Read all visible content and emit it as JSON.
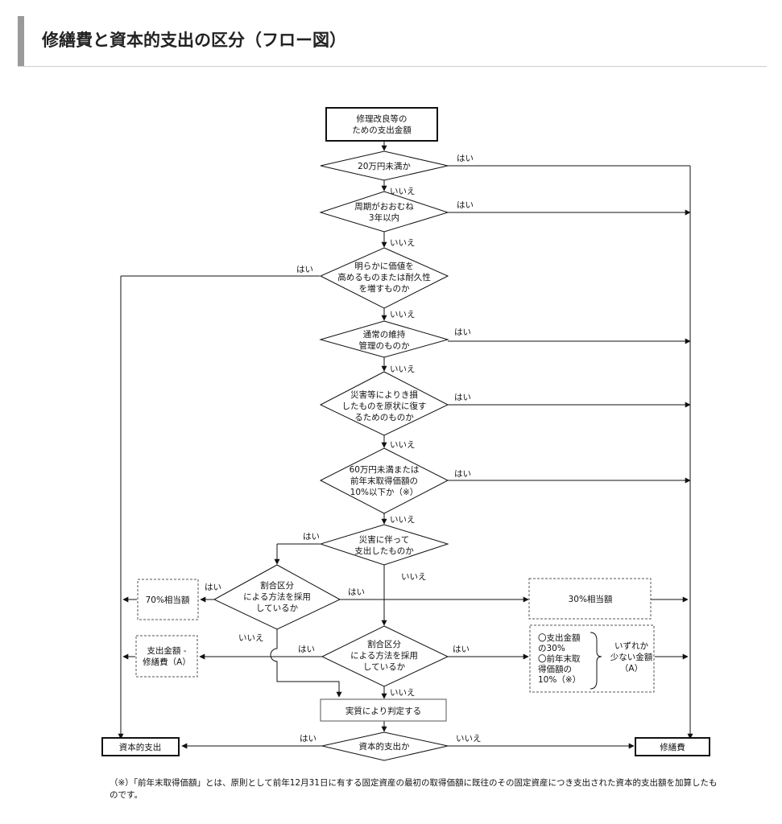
{
  "header": {
    "title": "修繕費と資本的支出の区分（フロー図）"
  },
  "nodes": {
    "start": [
      "修理改良等の",
      "ための支出金額"
    ],
    "q1": [
      "20万円未満か"
    ],
    "q2": [
      "周期がおおむね",
      "3年以内"
    ],
    "q3": [
      "明らかに価値を",
      "高めるものまたは耐久性",
      "を増すものか"
    ],
    "q4": [
      "通常の維持",
      "管理のものか"
    ],
    "q5": [
      "災害等によりき損",
      "したものを原状に復す",
      "るためのものか"
    ],
    "q6": [
      "60万円未満または",
      "前年末取得価額の",
      "10%以下か（※）"
    ],
    "q7": [
      "災害に伴って",
      "支出したものか"
    ],
    "q8": [
      "割合区分",
      "による方法を採用",
      "しているか"
    ],
    "q9": [
      "割合区分",
      "による方法を採用",
      "しているか"
    ],
    "b70": [
      "70%相当額"
    ],
    "b30": [
      "30%相当額"
    ],
    "bA": [
      "支出金額 -",
      "修繕費（A）"
    ],
    "bChoice": [
      "〇支出金額",
      "の30%",
      "〇前年末取",
      "得価額の",
      "10%（※）"
    ],
    "bChoiceR": [
      "いずれか",
      "少ない金額",
      "（A）"
    ],
    "jitsu": [
      "実質により判定する"
    ],
    "qFinal": [
      "資本的支出か"
    ],
    "capital": [
      "資本的支出"
    ],
    "repair": [
      "修繕費"
    ]
  },
  "labels": {
    "yes": "はい",
    "no": "いいえ"
  },
  "footnote": "（※）「前年末取得価額」とは、原則として前年12月31日に有する固定資産の最初の取得価額に既往のその固定資産につき支出された資本的支出額を加算したものです。"
}
